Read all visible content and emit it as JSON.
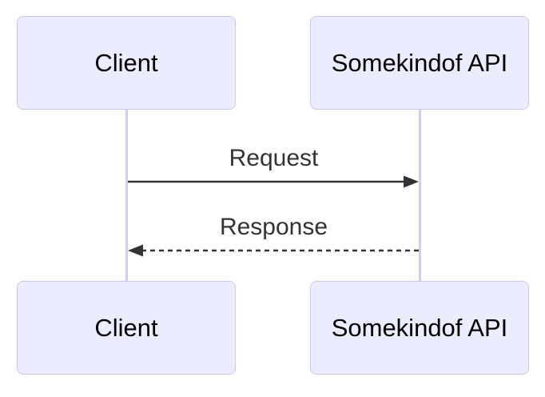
{
  "diagram": {
    "type": "sequence-diagram",
    "actors": [
      {
        "id": "client",
        "label": "Client"
      },
      {
        "id": "api",
        "label": "Somekindof API"
      }
    ],
    "messages": [
      {
        "label": "Request",
        "from": "client",
        "to": "api",
        "line_style": "solid",
        "direction": "right"
      },
      {
        "label": "Response",
        "from": "api",
        "to": "client",
        "line_style": "dashed",
        "direction": "left"
      }
    ],
    "colors": {
      "actor_fill": "#ECECFF",
      "actor_border": "#CCC5EB",
      "lifeline": "#D6CCF0",
      "signal": "#333333",
      "actor_text": "#000000",
      "message_text": "#333333",
      "background": "#FFFFFF"
    }
  }
}
